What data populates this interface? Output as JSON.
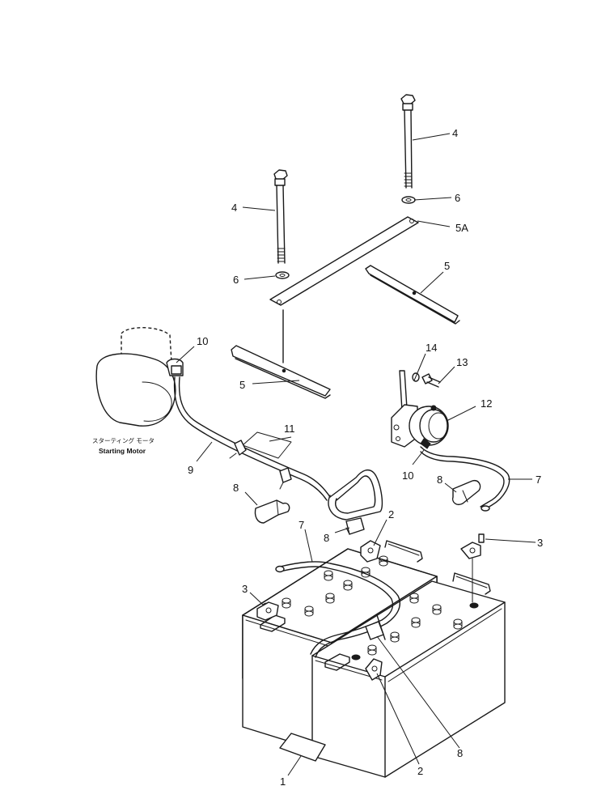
{
  "callouts": {
    "c1": "1",
    "c2a": "2",
    "c2b": "2",
    "c3a": "3",
    "c3b": "3",
    "c4a": "4",
    "c4b": "4",
    "c5a": "5",
    "c5b": "5",
    "c5A": "5A",
    "c6a": "6",
    "c6b": "6",
    "c7a": "7",
    "c7b": "7",
    "c8a": "8",
    "c8b": "8",
    "c8c": "8",
    "c8d": "8",
    "c9": "9",
    "c10a": "10",
    "c10b": "10",
    "c11": "11",
    "c12": "12",
    "c13": "13",
    "c14": "14"
  },
  "starting_motor": {
    "label_jp": "スターティング モータ",
    "label_en": "Starting Motor"
  }
}
